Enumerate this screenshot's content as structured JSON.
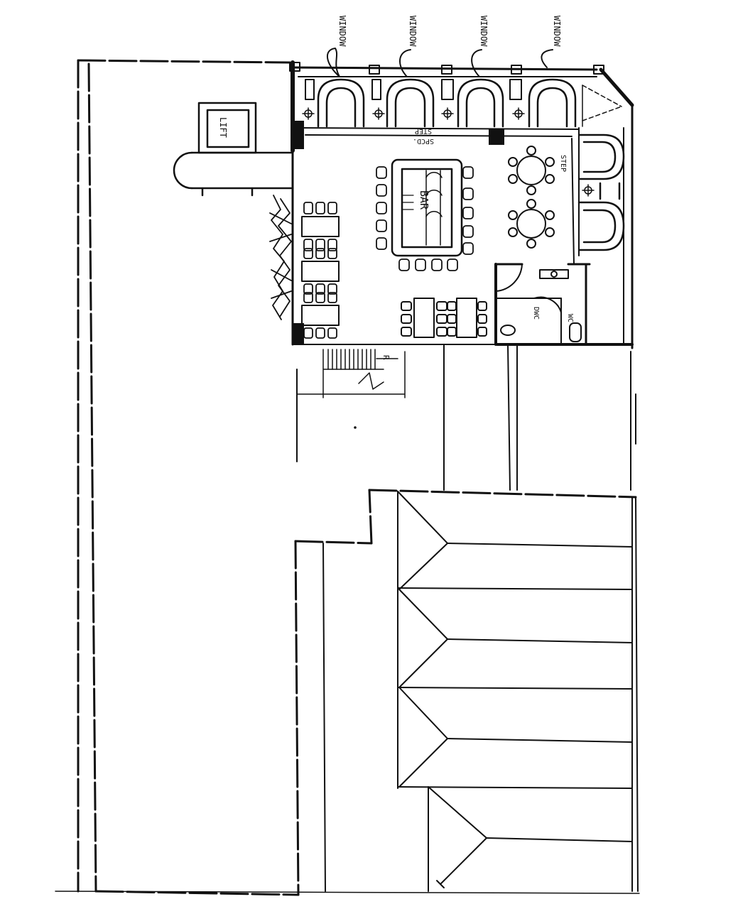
{
  "labels": {
    "windows": [
      "WINDOW",
      "WINDOW",
      "WINDOW",
      "WINDOW"
    ],
    "step_top": "STEP",
    "step_top_sub": "SPCD.",
    "step_right": "STEP",
    "lift": "LIFT",
    "bar": "BAR",
    "restroom_large": "DWC",
    "restroom_small": "WC",
    "stair_mark": "R"
  },
  "colors": {
    "ink": "#111111",
    "paper": "#ffffff"
  }
}
